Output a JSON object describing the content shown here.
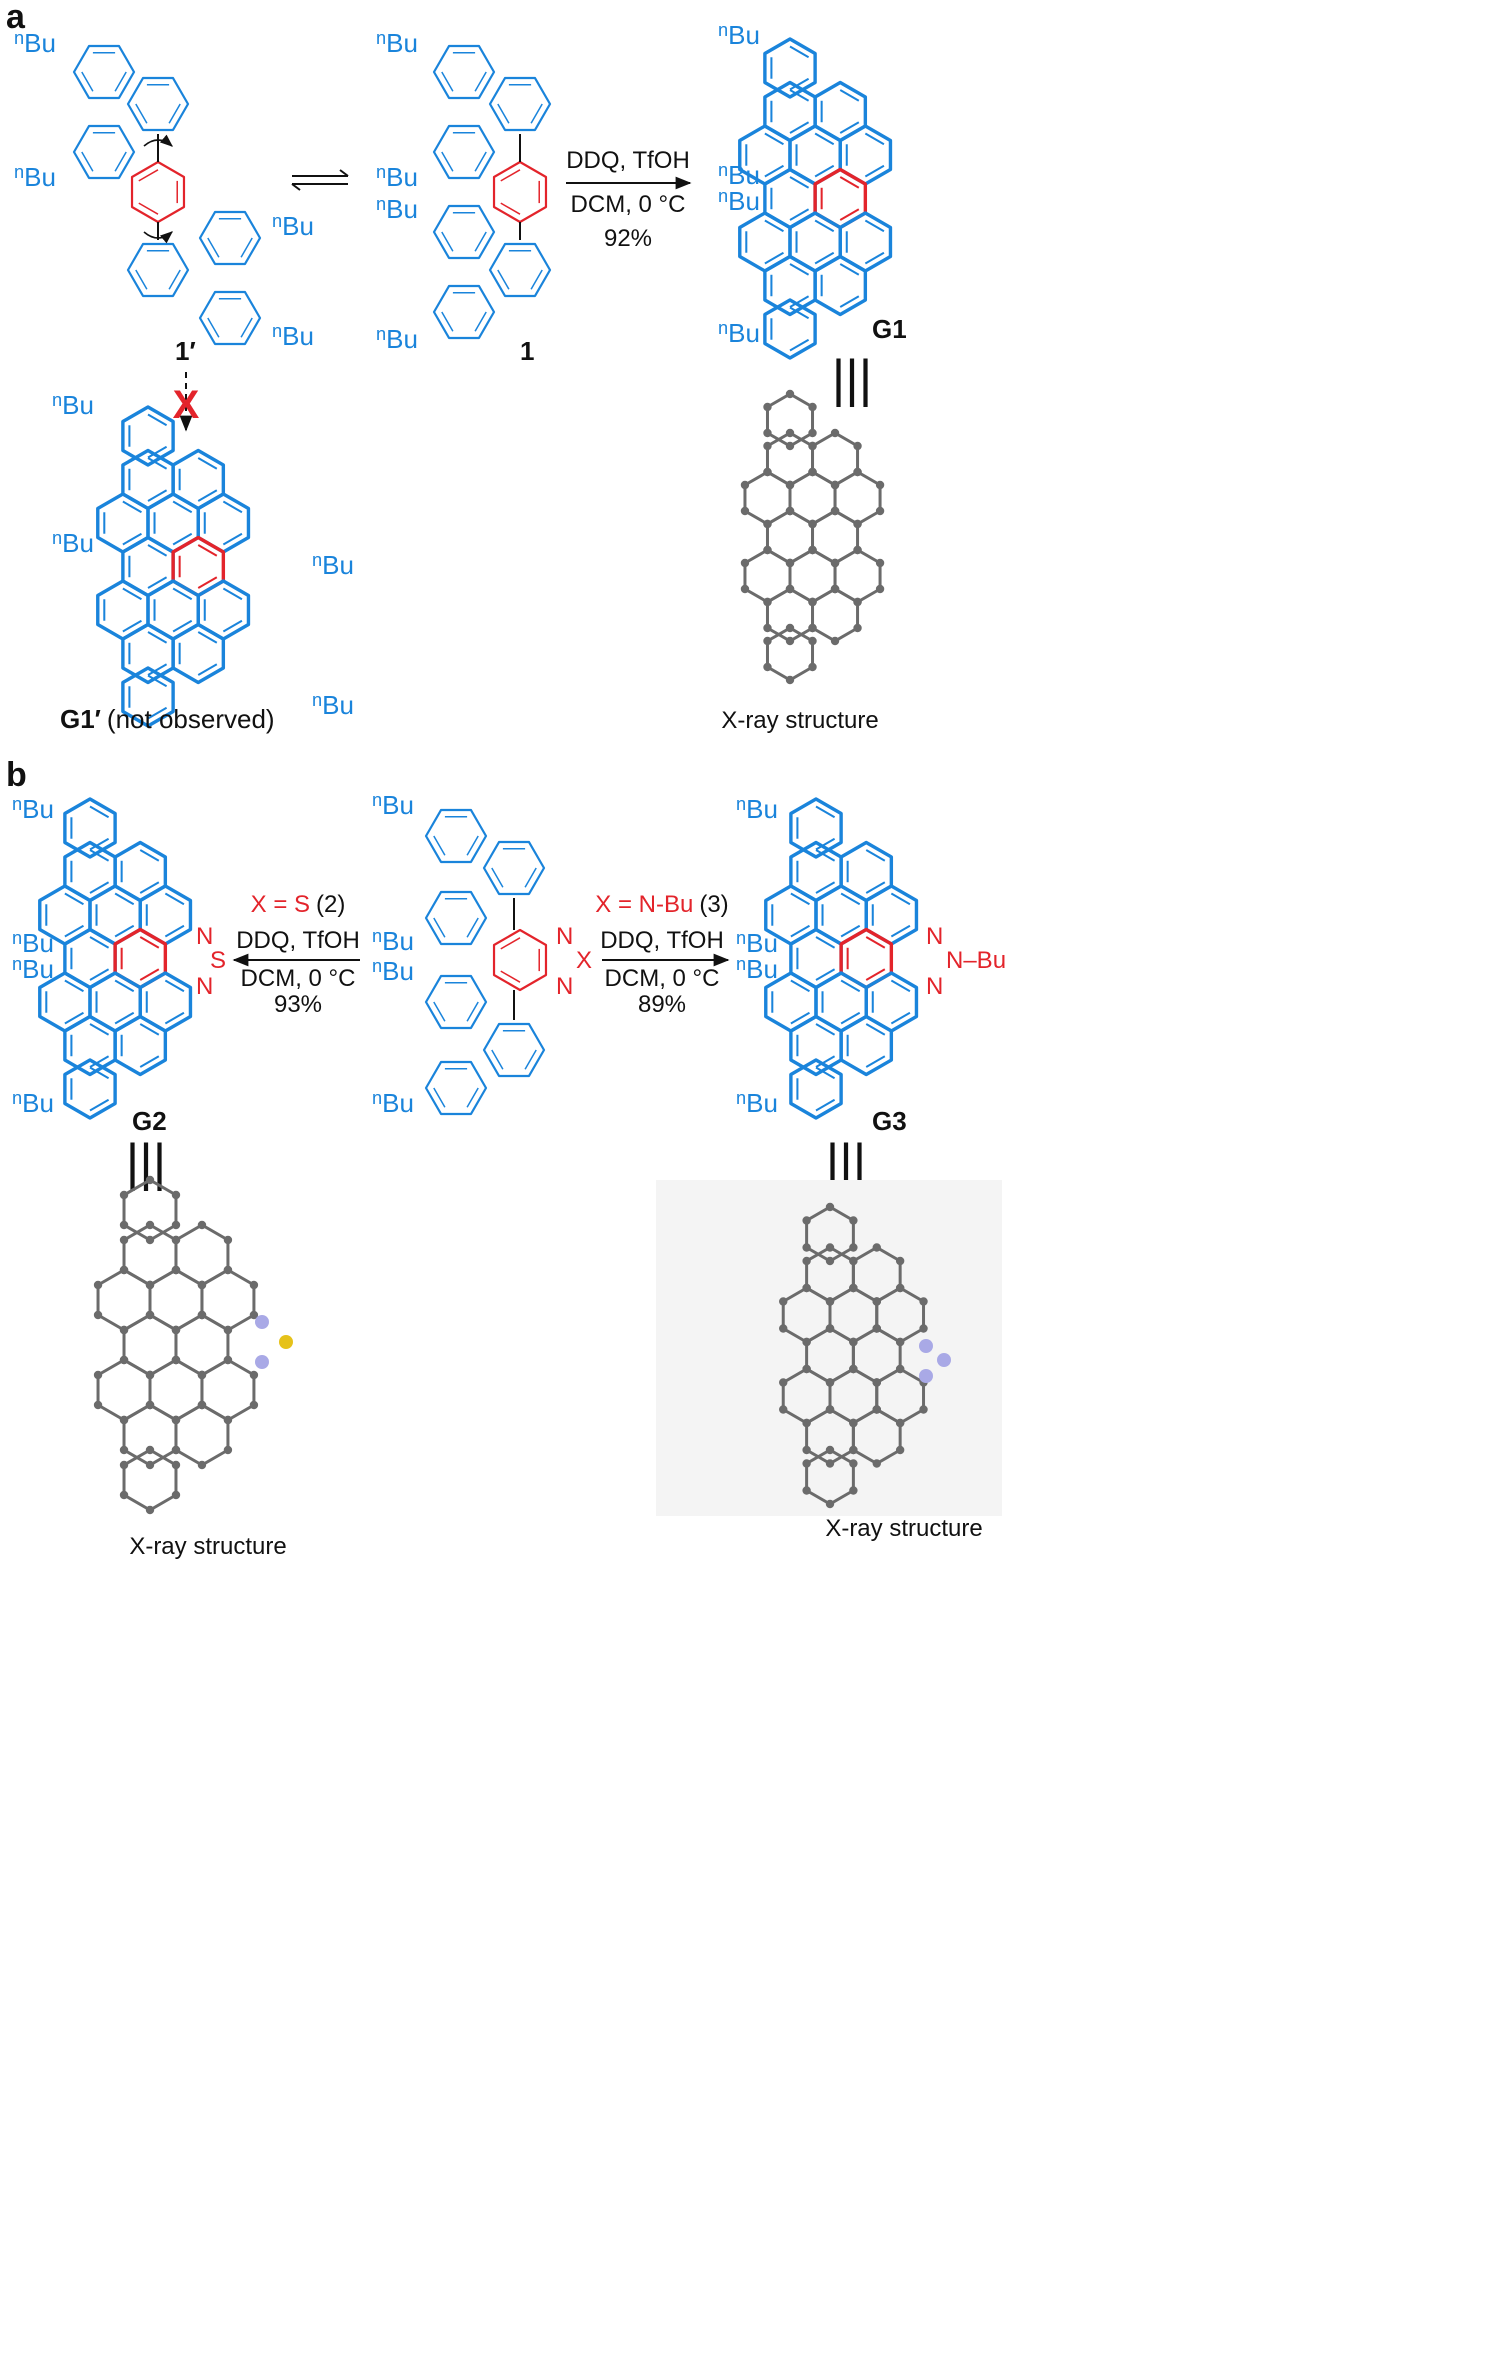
{
  "panel_a": {
    "letter": "a",
    "equilibrium_symbol": "⇌",
    "compound_1prime_label": "1′",
    "compound_1_label": "1",
    "reaction": {
      "reagents": "DDQ, TfOH",
      "conditions": "DCM, 0 °C",
      "yield": "92%"
    },
    "product_label": "G1",
    "blocked_mark": "X",
    "not_observed_label": "G1′",
    "not_observed_note": "(not observed)",
    "identity_symbol": "|||",
    "xray_caption": "X-ray structure",
    "substituent": {
      "sup": "n",
      "text": "Bu"
    }
  },
  "panel_b": {
    "letter": "b",
    "left_reaction": {
      "condition": "X = S",
      "compound": "(2)",
      "reagents": "DDQ, TfOH",
      "conditions": "DCM, 0 °C",
      "yield": "93%"
    },
    "right_reaction": {
      "condition": "X = N-Bu",
      "compound": "(3)",
      "reagents": "DDQ, TfOH",
      "conditions": "DCM, 0 °C",
      "yield": "89%"
    },
    "left_product_label": "G2",
    "right_product_label": "G3",
    "heteroatoms": {
      "N": "N",
      "S": "S",
      "X": "X",
      "nbu": "N–Bu"
    },
    "identity_symbol": "|||",
    "left_xray_caption": "X-ray structure",
    "right_xray_caption": "X-ray structure"
  },
  "colors": {
    "blue": "#1a84db",
    "red": "#e3242b",
    "black": "#111111",
    "atom_gray": "#6b6b6b",
    "nitrogen": "#a9a9e6",
    "sulfur": "#e6c21a",
    "panel_bg": "#f4f4f4"
  }
}
